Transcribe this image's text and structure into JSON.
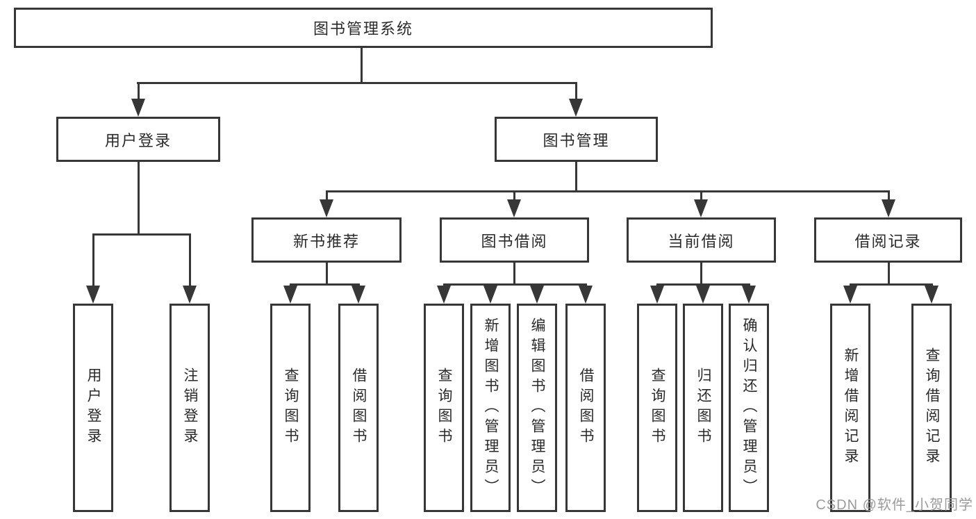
{
  "tree": {
    "root": {
      "label": "图书管理系统",
      "children": [
        {
          "label": "用户登录",
          "children": [
            {
              "label": "用户登录"
            },
            {
              "label": "注销登录"
            }
          ]
        },
        {
          "label": "图书管理",
          "children": [
            {
              "label": "新书推荐",
              "children": [
                {
                  "label": "查询图书"
                },
                {
                  "label": "借阅图书"
                }
              ]
            },
            {
              "label": "图书借阅",
              "children": [
                {
                  "label": "查询图书"
                },
                {
                  "label": "新增图书（管理员）"
                },
                {
                  "label": "编辑图书（管理员）"
                },
                {
                  "label": "借阅图书"
                }
              ]
            },
            {
              "label": "当前借阅",
              "children": [
                {
                  "label": "查询图书"
                },
                {
                  "label": "归还图书"
                },
                {
                  "label": "确认归还（管理员）"
                }
              ]
            },
            {
              "label": "借阅记录",
              "children": [
                {
                  "label": "新增借阅记录"
                },
                {
                  "label": "查询借阅记录"
                }
              ]
            }
          ]
        }
      ]
    }
  },
  "watermark": {
    "text": "CSDN @软件_小贺同学"
  },
  "colors": {
    "line": "#373737",
    "text": "#2a2a2a",
    "background": "#ffffff",
    "watermark": "#9b9b9b"
  }
}
